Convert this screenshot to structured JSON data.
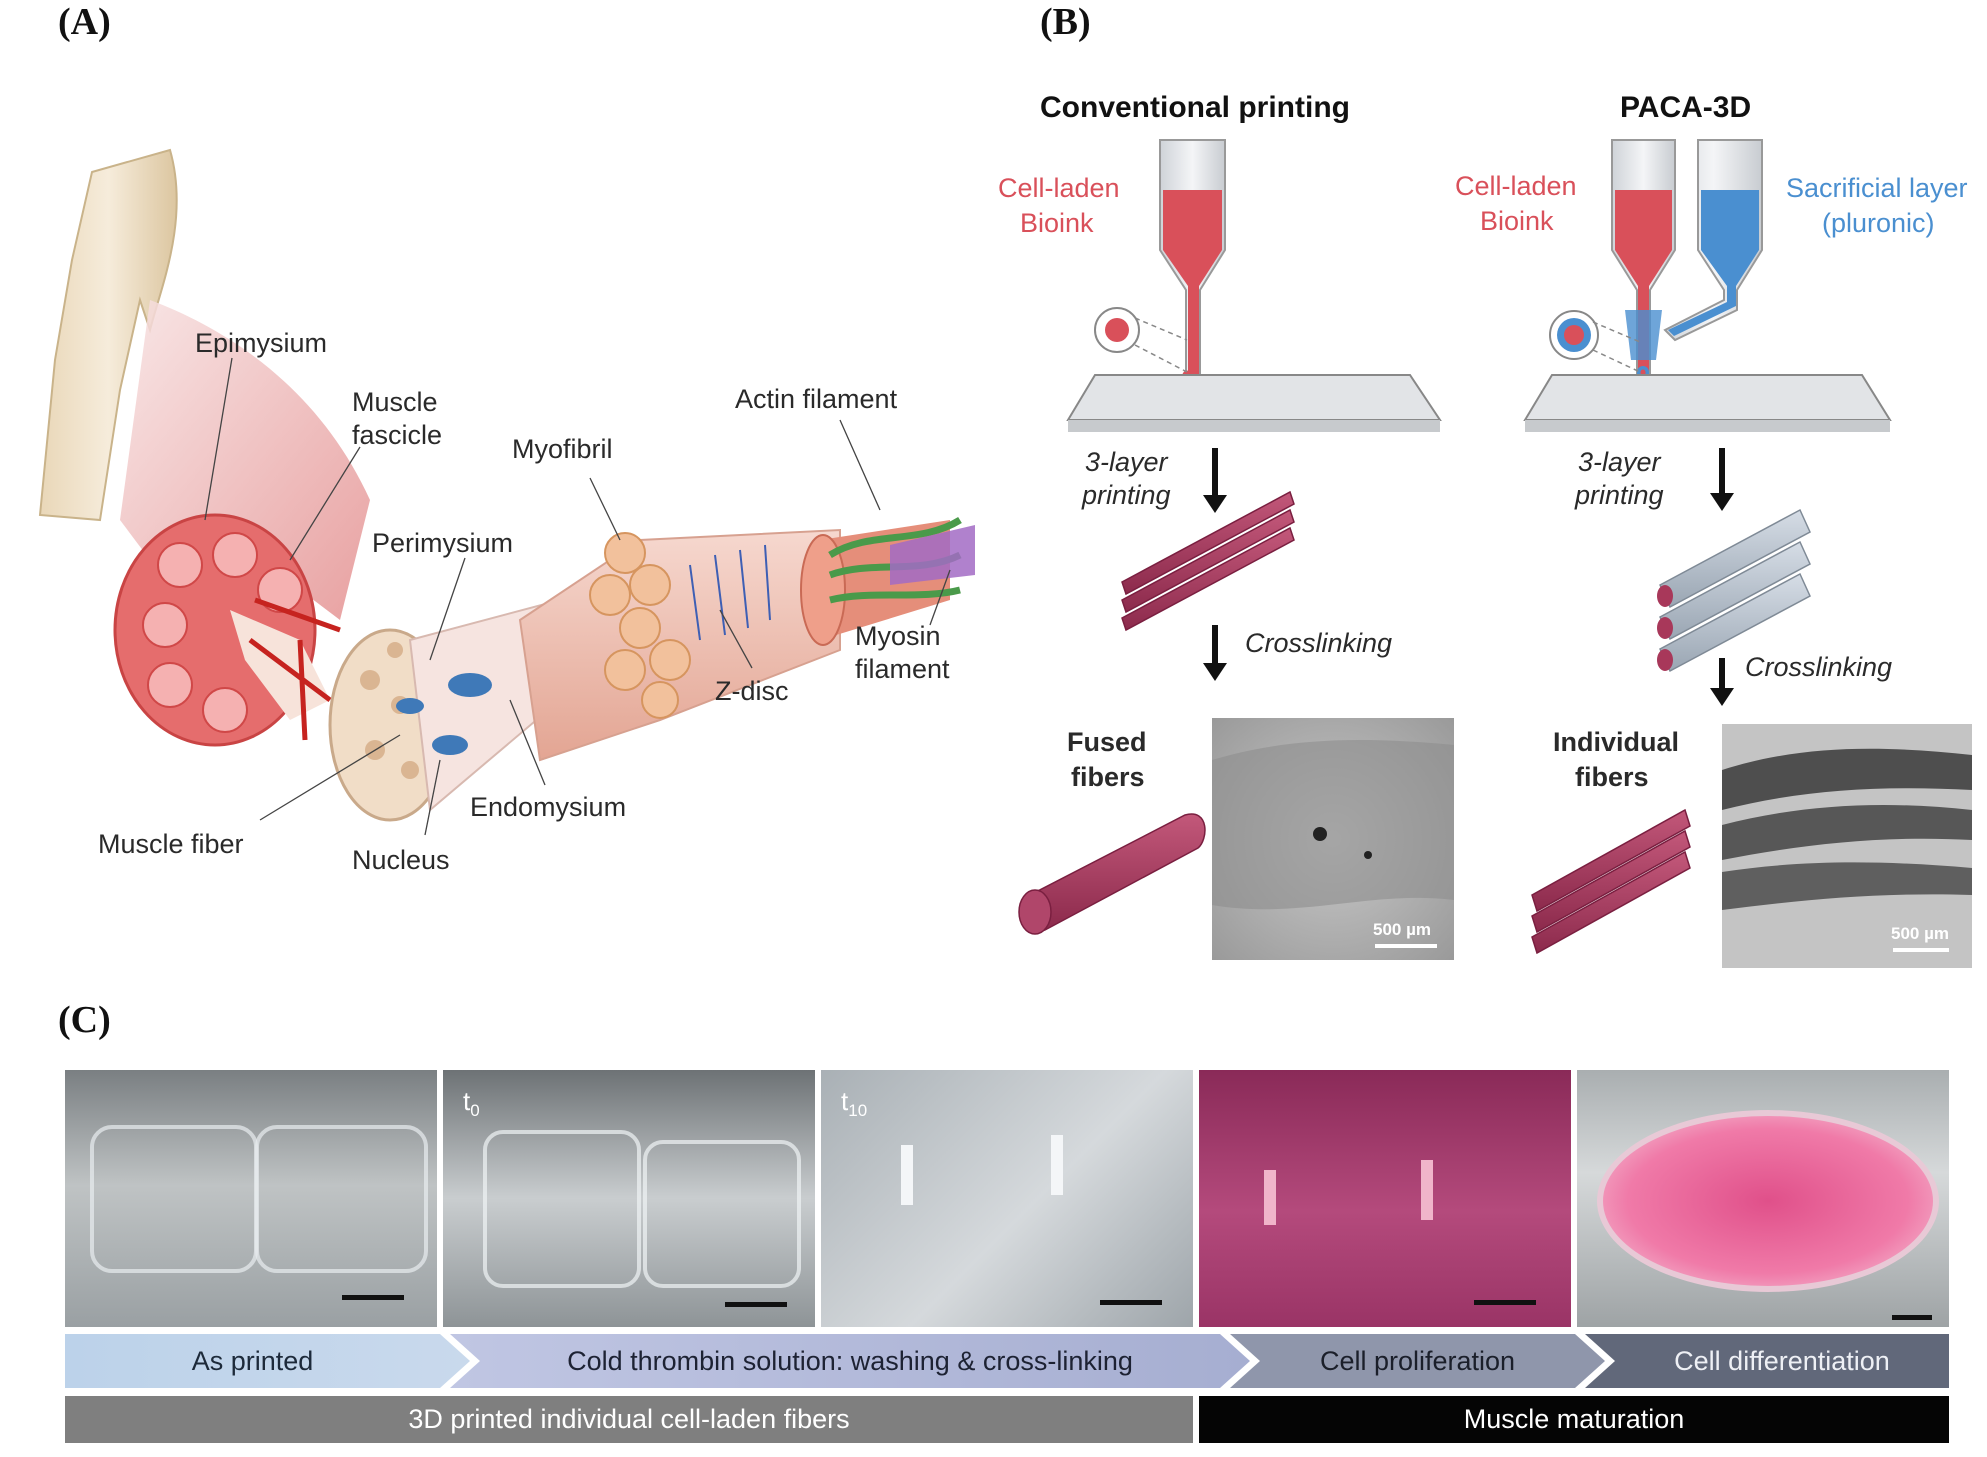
{
  "panels": {
    "a": "(A)",
    "b": "(B)",
    "c": "(C)"
  },
  "panel_a": {
    "labels": {
      "epimysium": "Epimysium",
      "muscle_fascicle_1": "Muscle",
      "muscle_fascicle_2": "fascicle",
      "myofibril": "Myofibril",
      "actin": "Actin filament",
      "perimysium": "Perimysium",
      "myosin_1": "Myosin",
      "myosin_2": "filament",
      "zdisc": "Z-disc",
      "endomysium": "Endomysium",
      "muscle_fiber": "Muscle fiber",
      "nucleus": "Nucleus"
    }
  },
  "panel_b": {
    "conventional": {
      "title": "Conventional printing",
      "bioink_1": "Cell-laden",
      "bioink_2": "Bioink",
      "step1_1": "3-layer",
      "step1_2": "printing",
      "step2": "Crosslinking",
      "result_1": "Fused",
      "result_2": "fibers",
      "scale": "500 µm"
    },
    "paca": {
      "title": "PACA-3D",
      "bioink_1": "Cell-laden",
      "bioink_2": "Bioink",
      "sacrificial_1": "Sacrificial layer",
      "sacrificial_2": "(pluronic)",
      "step1_1": "3-layer",
      "step1_2": "printing",
      "step2": "Crosslinking",
      "result_1": "Individual",
      "result_2": "fibers",
      "scale": "500 µm"
    },
    "colors": {
      "bioink": "#d9505a",
      "sacrificial": "#4a8fd0",
      "fiber": "#a8385a"
    }
  },
  "panel_c": {
    "photos": [
      {
        "timestamp": "",
        "sub": ""
      },
      {
        "timestamp": "t",
        "sub": "0"
      },
      {
        "timestamp": "t",
        "sub": "10"
      },
      {
        "timestamp": "",
        "sub": ""
      },
      {
        "timestamp": "",
        "sub": ""
      }
    ],
    "stages": [
      "As printed",
      "Cold thrombin solution: washing & cross-linking",
      "Cell proliferation",
      "Cell differentiation"
    ],
    "phases": [
      "3D printed individual cell-laden fibers",
      "Muscle maturation"
    ]
  }
}
